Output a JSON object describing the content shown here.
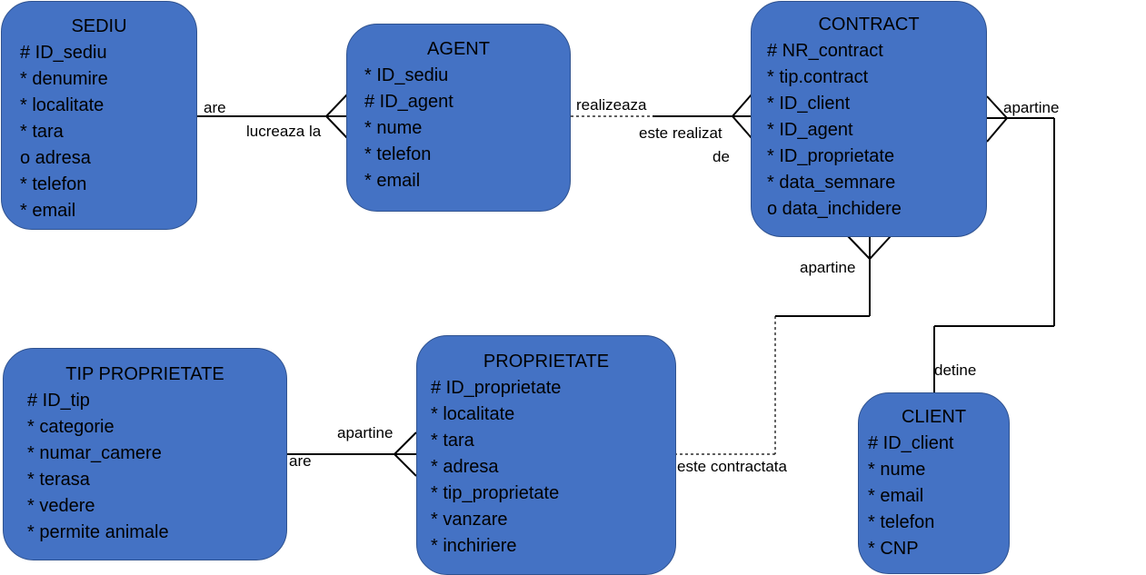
{
  "entities": {
    "sediu": {
      "title": "SEDIU",
      "attributes": [
        "# ID_sediu",
        "* denumire",
        "* localitate",
        "* tara",
        "o adresa",
        "* telefon",
        "* email"
      ]
    },
    "agent": {
      "title": "AGENT",
      "attributes": [
        "* ID_sediu",
        "# ID_agent",
        "* nume",
        "* telefon",
        "* email"
      ]
    },
    "contract": {
      "title": "CONTRACT",
      "attributes": [
        "# NR_contract",
        "* tip.contract",
        "* ID_client",
        "* ID_agent",
        "* ID_proprietate",
        "* data_semnare",
        "o data_inchidere"
      ]
    },
    "tip_proprietate": {
      "title": "TIP PROPRIETATE",
      "attributes": [
        "# ID_tip",
        "* categorie",
        "* numar_camere",
        "* terasa",
        "* vedere",
        "* permite animale"
      ]
    },
    "proprietate": {
      "title": "PROPRIETATE",
      "attributes": [
        "# ID_proprietate",
        "* localitate",
        "* tara",
        "* adresa",
        "* tip_proprietate",
        "* vanzare",
        "* inchiriere"
      ]
    },
    "client": {
      "title": "CLIENT",
      "attributes": [
        "# ID_client",
        "* nume",
        "* email",
        "* telefon",
        "* CNP"
      ]
    }
  },
  "relationships": {
    "sediu_agent": {
      "from_label": "are",
      "to_label": "lucreaza la"
    },
    "agent_contract": {
      "from_label": "realizeaza",
      "to_label_line1": "este realizat",
      "to_label_line2": "de"
    },
    "contract_client": {
      "from_label": "apartine",
      "to_label": "detine"
    },
    "contract_proprietate": {
      "from_label": "apartine",
      "to_label": "este contractata"
    },
    "tip_proprietate": {
      "from_label": "are",
      "to_label": "apartine"
    }
  },
  "colors": {
    "entity_fill": "#4472c4",
    "entity_border": "#2f528f",
    "line": "#000000"
  }
}
